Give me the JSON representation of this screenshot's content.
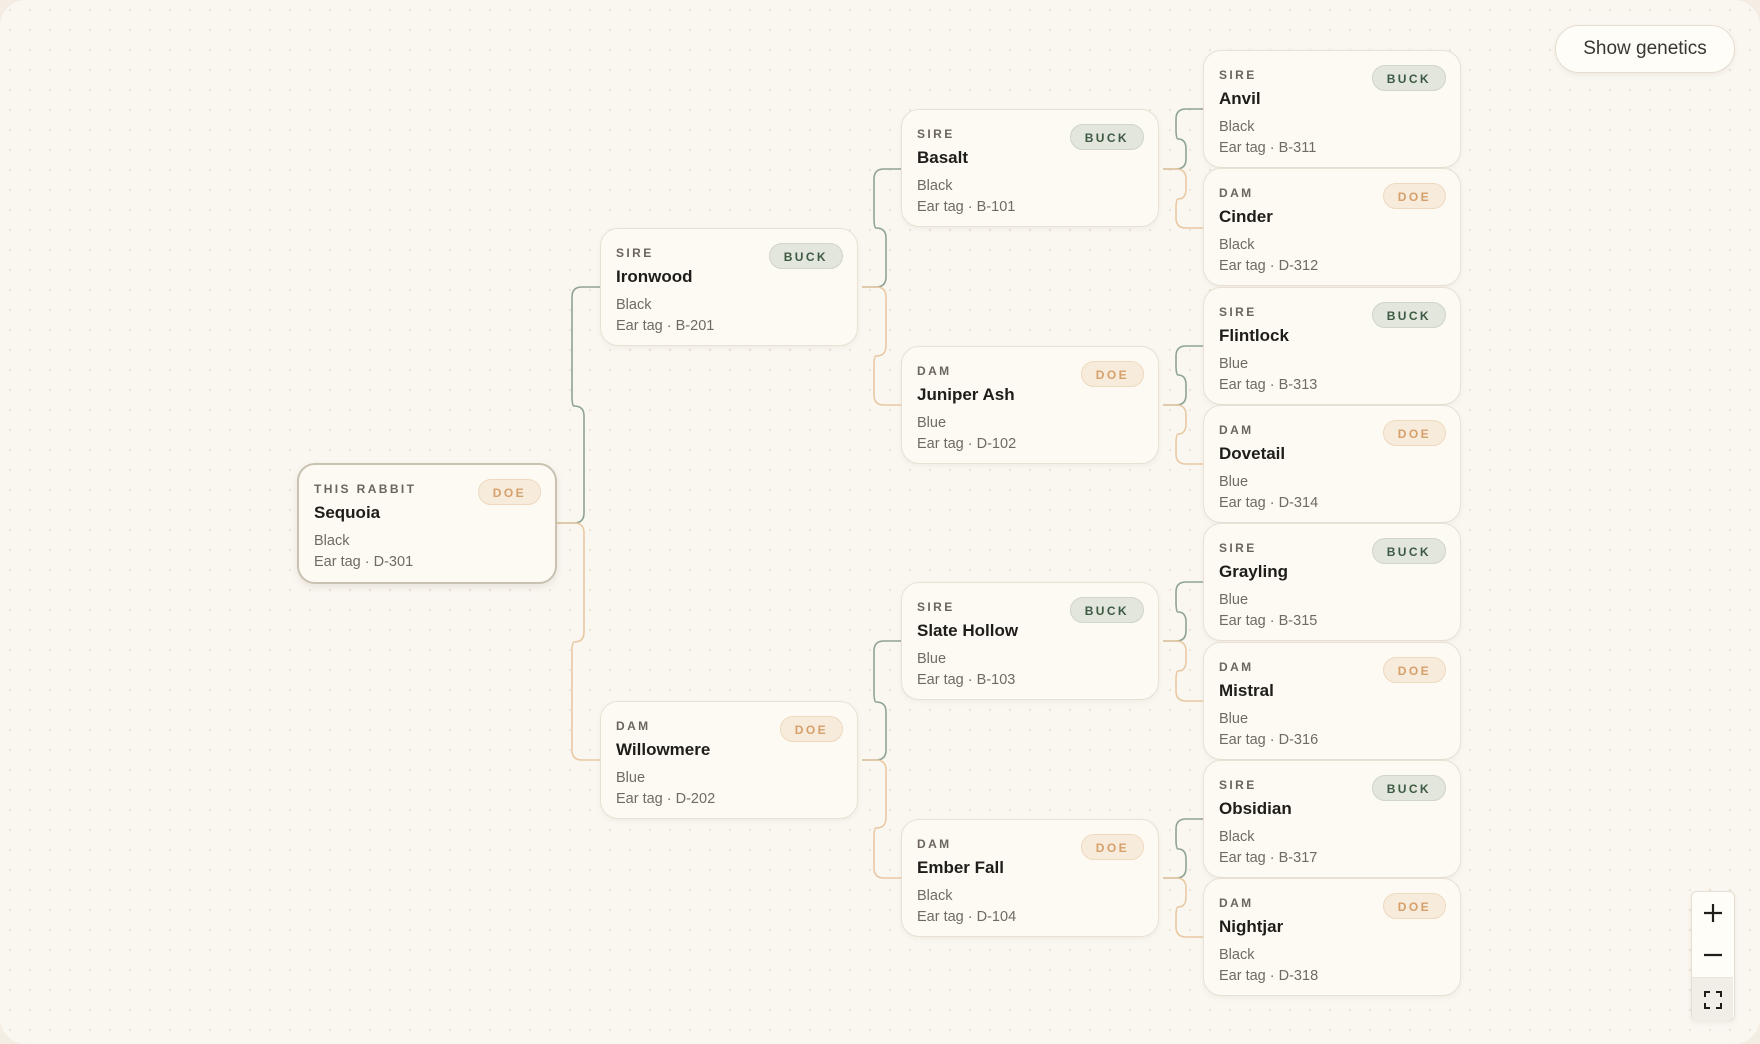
{
  "toolbar": {
    "genetics_label": "Show genetics"
  },
  "zoom_controls": {
    "zoom_in_icon": "plus-icon",
    "zoom_out_icon": "minus-icon",
    "fit_icon": "fit-screen-icon"
  },
  "colors": {
    "sire_link": "#8fa392",
    "dam_link": "#e9c9a4",
    "buck_badge_bg": "#e3e6dc",
    "doe_badge_bg": "#f7ebdc"
  },
  "pedigree": {
    "subject": {
      "role": "THIS RABBIT",
      "name": "Sequoia",
      "badge": "DOE",
      "color": "Black",
      "ear_tag": "Ear tag · D-301"
    },
    "sire": {
      "role": "SIRE",
      "name": "Ironwood",
      "badge": "BUCK",
      "color": "Black",
      "ear_tag": "Ear tag · B-201"
    },
    "dam": {
      "role": "DAM",
      "name": "Willowmere",
      "badge": "DOE",
      "color": "Blue",
      "ear_tag": "Ear tag · D-202"
    },
    "sire_sire": {
      "role": "SIRE",
      "name": "Basalt",
      "badge": "BUCK",
      "color": "Black",
      "ear_tag": "Ear tag · B-101"
    },
    "sire_dam": {
      "role": "DAM",
      "name": "Juniper Ash",
      "badge": "DOE",
      "color": "Blue",
      "ear_tag": "Ear tag · D-102"
    },
    "dam_sire": {
      "role": "SIRE",
      "name": "Slate Hollow",
      "badge": "BUCK",
      "color": "Blue",
      "ear_tag": "Ear tag · B-103"
    },
    "dam_dam": {
      "role": "DAM",
      "name": "Ember Fall",
      "badge": "DOE",
      "color": "Black",
      "ear_tag": "Ear tag · D-104"
    },
    "ggp": [
      {
        "role": "SIRE",
        "name": "Anvil",
        "badge": "BUCK",
        "color": "Black",
        "ear_tag": "Ear tag · B-311"
      },
      {
        "role": "DAM",
        "name": "Cinder",
        "badge": "DOE",
        "color": "Black",
        "ear_tag": "Ear tag · D-312"
      },
      {
        "role": "SIRE",
        "name": "Flintlock",
        "badge": "BUCK",
        "color": "Blue",
        "ear_tag": "Ear tag · B-313"
      },
      {
        "role": "DAM",
        "name": "Dovetail",
        "badge": "DOE",
        "color": "Blue",
        "ear_tag": "Ear tag · D-314"
      },
      {
        "role": "SIRE",
        "name": "Grayling",
        "badge": "BUCK",
        "color": "Blue",
        "ear_tag": "Ear tag · B-315"
      },
      {
        "role": "DAM",
        "name": "Mistral",
        "badge": "DOE",
        "color": "Blue",
        "ear_tag": "Ear tag · D-316"
      },
      {
        "role": "SIRE",
        "name": "Obsidian",
        "badge": "BUCK",
        "color": "Black",
        "ear_tag": "Ear tag · B-317"
      },
      {
        "role": "DAM",
        "name": "Nightjar",
        "badge": "DOE",
        "color": "Black",
        "ear_tag": "Ear tag · D-318"
      }
    ]
  }
}
